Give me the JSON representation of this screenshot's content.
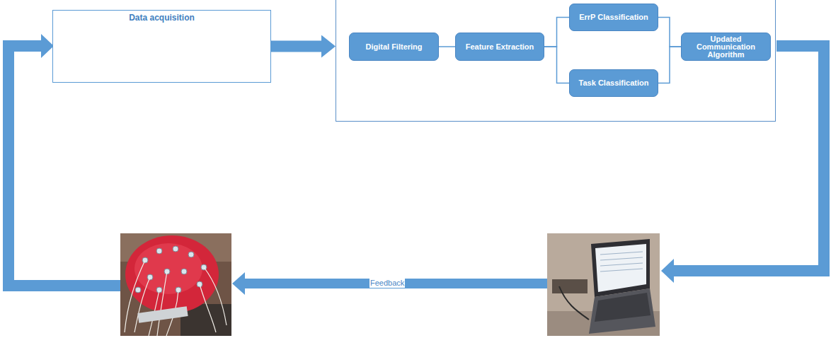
{
  "diagram": {
    "nodes": [
      {
        "text": [
          "Data acquisition"
        ]
      },
      {
        "text": []
      },
      {
        "text": [
          "Digital Filtering"
        ],
        "in": 1
      },
      {
        "text": [
          "Feature Extraction"
        ],
        "in": 1
      },
      {
        "text": [
          "ErrP Classification"
        ],
        "in": 1
      },
      {
        "text": [
          "Task Classification"
        ],
        "in": 1
      },
      {
        "text": [
          "Updated Communication Algorithm"
        ],
        "in": 1
      }
    ],
    "edges": [
      {
        "from": 0,
        "to": 1,
        "arrow": "to"
      },
      {
        "from": 2,
        "to": 3,
        "arrow": "none"
      },
      {
        "from": 3,
        "to": 4,
        "arrow": "none"
      },
      {
        "from": 3,
        "to": 5,
        "arrow": "none"
      },
      {
        "from": 4,
        "to": 6,
        "arrow": "none"
      },
      {
        "from": 5,
        "to": 6,
        "arrow": "none"
      }
    ],
    "labels": [
      "Feedback"
    ]
  }
}
